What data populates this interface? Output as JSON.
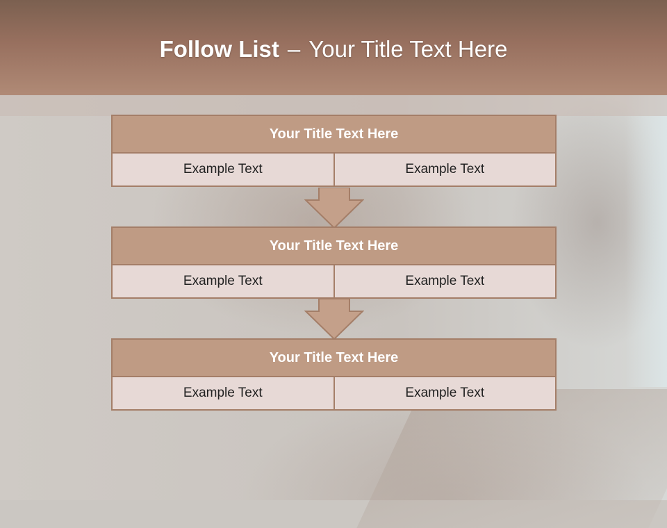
{
  "slide": {
    "title_bold": "Follow List",
    "title_separator": "–",
    "title_rest": "Your Title Text Here"
  },
  "blocks": [
    {
      "title": "Your Title Text Here",
      "left_text": "Example Text",
      "right_text": "Example Text"
    },
    {
      "title": "Your Title Text Here",
      "left_text": "Example Text",
      "right_text": "Example Text"
    },
    {
      "title": "Your Title Text Here",
      "left_text": "Example Text",
      "right_text": "Example Text"
    }
  ],
  "colors": {
    "header": "#98705f",
    "block_title_fill": "#bf9b84",
    "block_border": "#a47e68",
    "cell_fill": "#e7d9d6",
    "arrow_fill": "#c4a08a"
  }
}
